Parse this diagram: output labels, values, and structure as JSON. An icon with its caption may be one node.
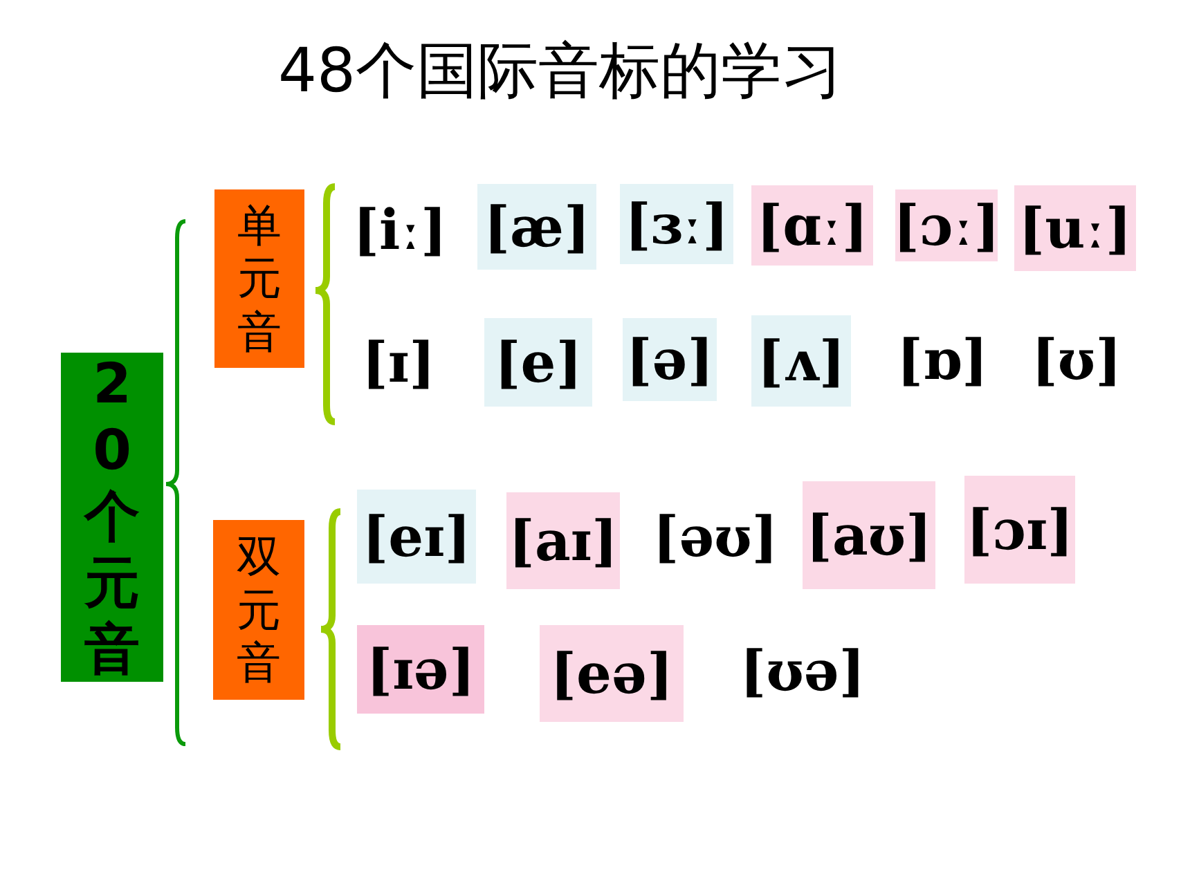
{
  "diagram": {
    "title": "48个国际音标的学习",
    "nodes": [
      {
        "text": [
          "20个元音"
        ]
      },
      {
        "text": [
          "单元音"
        ]
      },
      {
        "text": [
          "双元音"
        ]
      }
    ],
    "labels": [
      "[iː]",
      "[æ]",
      "[ɜː]",
      "[ɑː]",
      "[ɔː]",
      "[uː]",
      "[ɪ]",
      "[e]",
      "[ə]",
      "[ʌ]",
      "[ɒ]",
      "[ʊ]",
      "[eɪ]",
      "[aɪ]",
      "[əʊ]",
      "[aʊ]",
      "[ɔɪ]",
      "[ɪə]",
      "[eə]",
      "[ʊə]"
    ]
  }
}
